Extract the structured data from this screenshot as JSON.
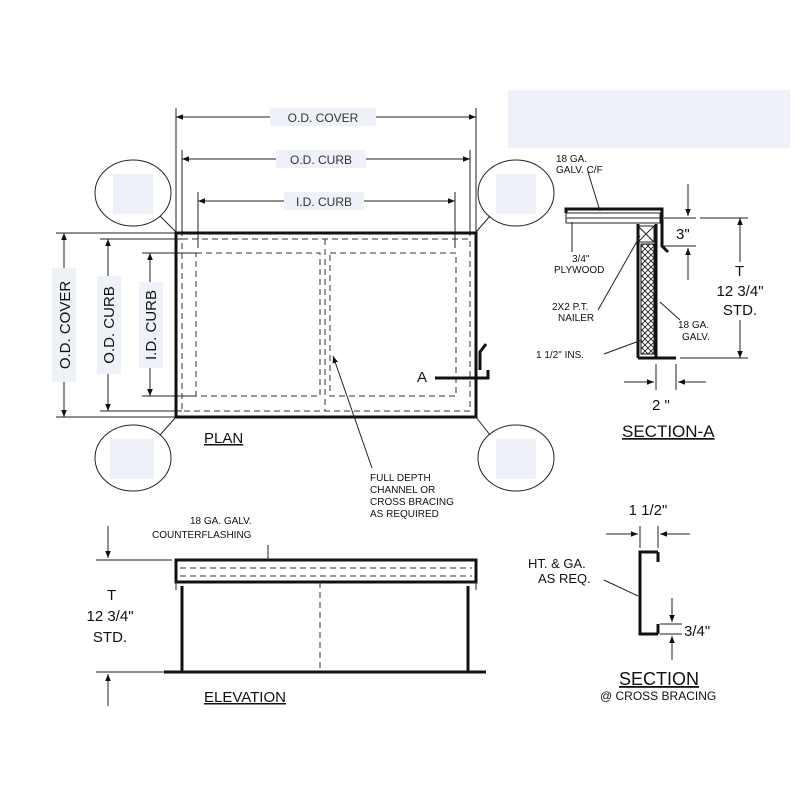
{
  "plan": {
    "dims": {
      "od_cover": "O.D. COVER",
      "od_curb": "O.D. CURB",
      "id_curb": "I.D. CURB"
    },
    "section_marker": "A",
    "title": "PLAN",
    "note": [
      "FULL DEPTH",
      "CHANNEL OR",
      "CROSS BRACING",
      "AS REQUIRED"
    ]
  },
  "section_a": {
    "labels": {
      "galv_cf_1": "18 GA.",
      "galv_cf_2": "GALV. C/F",
      "plywood_1": "3/4\"",
      "plywood_2": "PLYWOOD",
      "nailer_1": "2X2 P.T.",
      "nailer_2": "NAILER",
      "insulation": "1 1/2\" INS.",
      "galv_1": "18 GA.",
      "galv_2": "GALV."
    },
    "dim_top": "3\"",
    "dim_t": "T",
    "dim_t_value": "12 3/4\"",
    "dim_t_std": "STD.",
    "dim_width": "2 \"",
    "title": "SECTION-A"
  },
  "elevation": {
    "label_1": "18 GA. GALV.",
    "label_2": "COUNTERFLASHING",
    "dim_t": "T",
    "dim_t_value": "12 3/4\"",
    "dim_t_std": "STD.",
    "title": "ELEVATION"
  },
  "section_cross": {
    "dim_width": "1 1/2\"",
    "label_1": "HT. & GA.",
    "label_2": "AS REQ.",
    "dim_lip": "3/4\"",
    "title": "SECTION",
    "subtitle": "@ CROSS BRACING"
  }
}
